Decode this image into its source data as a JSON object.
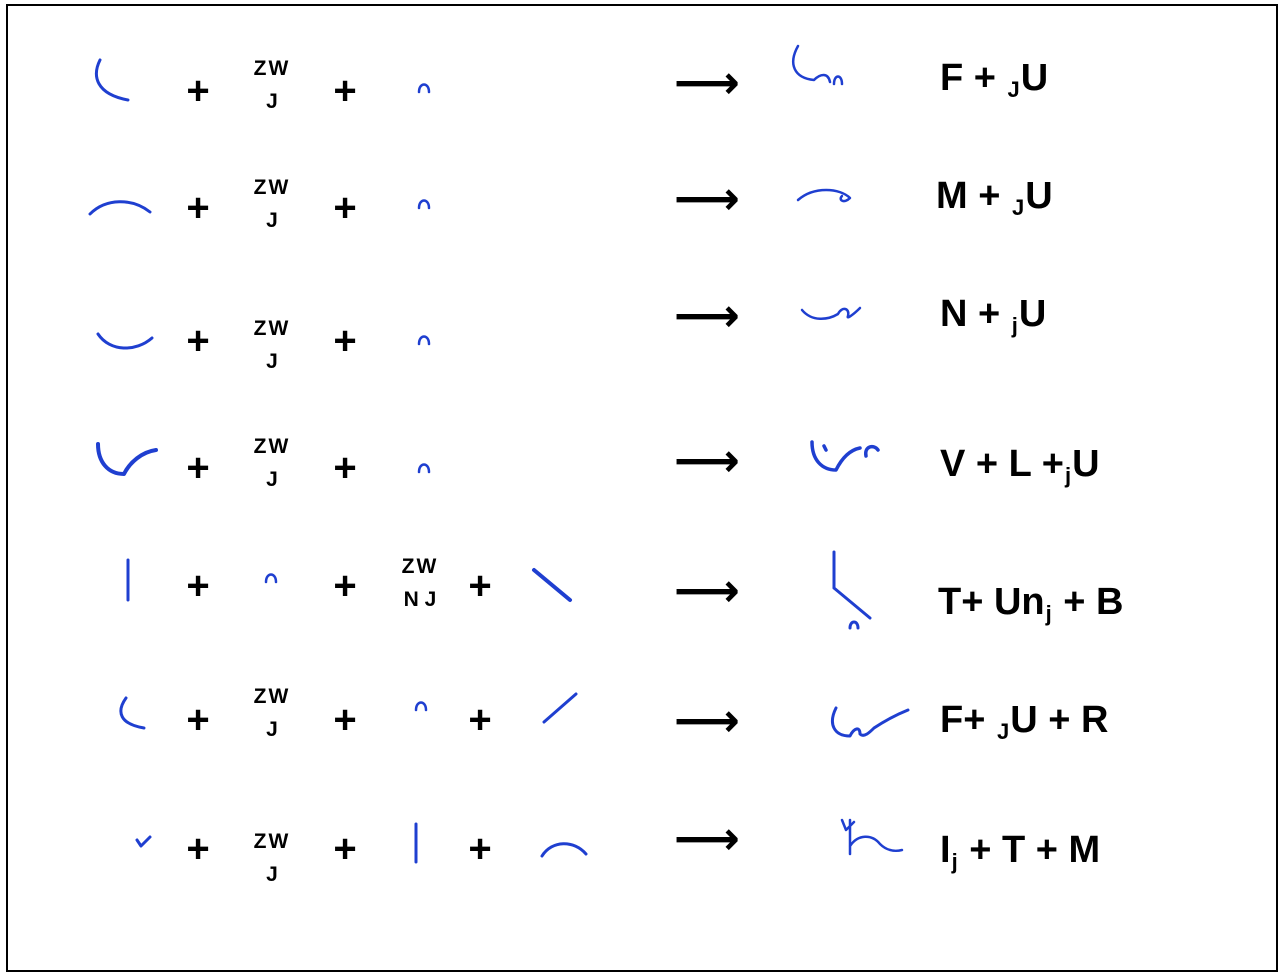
{
  "rows": [
    {
      "inputs": [
        "F-stroke",
        "ZWJ",
        "U-hook"
      ],
      "zwj": {
        "top": "ZW",
        "bottom": "J"
      },
      "output": {
        "main": "F + ",
        "sub": "J",
        "tail": "U"
      }
    },
    {
      "inputs": [
        "M-stroke",
        "ZWJ",
        "U-hook"
      ],
      "zwj": {
        "top": "ZW",
        "bottom": "J"
      },
      "output": {
        "main": "M + ",
        "sub": "J",
        "tail": "U"
      }
    },
    {
      "inputs": [
        "N-stroke",
        "ZWJ",
        "U-hook"
      ],
      "zwj": {
        "top": "ZW",
        "bottom": "J"
      },
      "output": {
        "main": "N + ",
        "sub": "j",
        "tail": "U"
      }
    },
    {
      "inputs": [
        "V-L-stroke",
        "ZWJ",
        "U-hook"
      ],
      "zwj": {
        "top": "ZW",
        "bottom": "J"
      },
      "output": {
        "main": "V + L +",
        "sub": "j",
        "tail": "U"
      }
    },
    {
      "inputs": [
        "T-stroke",
        "U-hook",
        "ZWNJ",
        "B-stroke"
      ],
      "zwnj": {
        "top": "ZW",
        "bottom": "N J"
      },
      "output": {
        "main": "T+ Un",
        "sub": "j",
        "tail": " + B"
      }
    },
    {
      "inputs": [
        "F-stroke",
        "ZWJ",
        "U-hook",
        "R-stroke"
      ],
      "zwj": {
        "top": "ZW",
        "bottom": "J"
      },
      "output": {
        "main": "F+ ",
        "sub": "J",
        "tail": "U + R"
      }
    },
    {
      "inputs": [
        "I-tick",
        "ZWJ",
        "T-stroke",
        "M-stroke"
      ],
      "zwj": {
        "top": "ZW",
        "bottom": "J"
      },
      "output": {
        "main": "I",
        "sub": "j",
        "tail": " + T + M"
      }
    }
  ],
  "symbols": {
    "plus": "+",
    "arrow": "⟶"
  },
  "colors": {
    "ink": "#1f3fd0",
    "text": "#000000",
    "frame": "#000000"
  }
}
